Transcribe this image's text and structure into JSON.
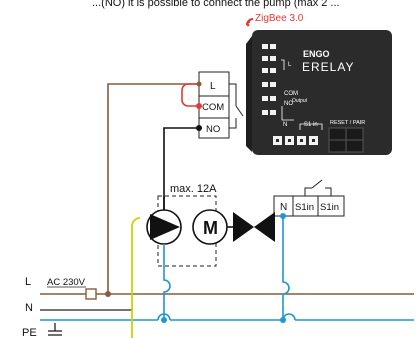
{
  "header": {
    "top_text": "...(NO) it is possible to connect the pump (max 2 ...",
    "protocol_label": "ZigBee 3.0",
    "protocol_color": "#e53935",
    "wifi_icon": "wifi-signal-icon"
  },
  "device": {
    "brand": "ENGO",
    "model": "ERELAY",
    "color": "#2b2b2b",
    "pin_l_label": "L",
    "com_label": "COM",
    "output_label": "Output",
    "no_label": "NO",
    "n_label": "N",
    "s1in_label": "S1 in",
    "reset_label": "RESET / PAIR"
  },
  "relay_terminal": {
    "labels": [
      "L",
      "COM",
      "NO"
    ]
  },
  "switch_terminal": {
    "labels": [
      "N",
      "S1in",
      "S1in"
    ]
  },
  "load": {
    "max_current": "max. 12A",
    "motor_label": "M",
    "pump_icon": "pump-icon",
    "valve_icon": "valve-icon"
  },
  "supply": {
    "l_label": "L",
    "voltage_label": "AC 230V",
    "n_label": "N",
    "pe_label": "PE",
    "ground_icon": "ground-icon"
  },
  "colors": {
    "live": "#8b5a3c",
    "neutral": "#2196d3",
    "earth": "#c6d800",
    "bridge": "#e53935",
    "output": "#111111"
  }
}
